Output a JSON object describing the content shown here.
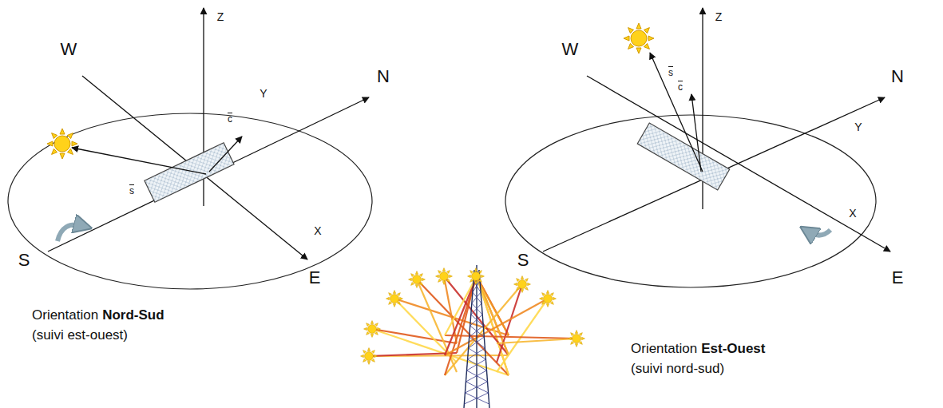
{
  "diagram": {
    "labels": [
      "Z",
      "W",
      "N",
      "Y",
      "S",
      "X",
      "E",
      "c",
      "s",
      "Z",
      "W",
      "N",
      "Y",
      "S",
      "X",
      "E",
      "c",
      "s",
      "Orientation",
      "Nord-Sud",
      "(suivi est-ouest)",
      "Orientation",
      "Est-Ouest",
      "(suivi nord-sud)"
    ]
  }
}
